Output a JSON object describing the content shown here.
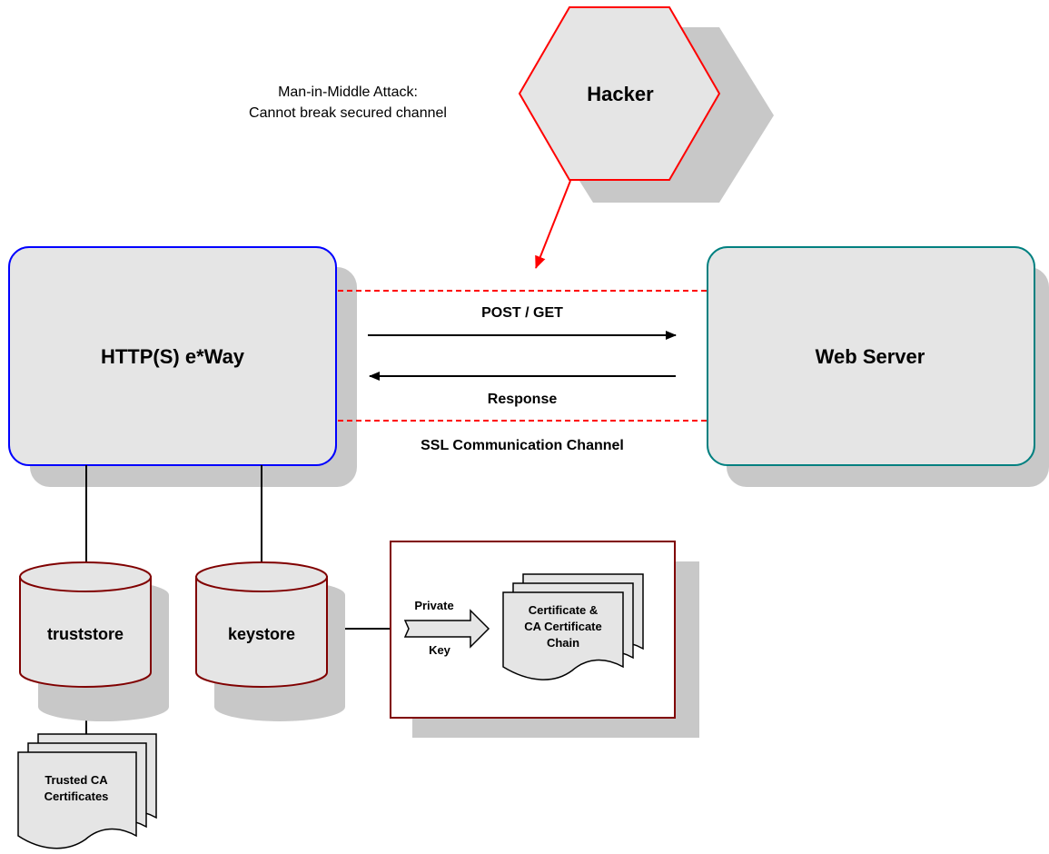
{
  "hacker": {
    "label": "Hacker"
  },
  "attack_note": {
    "line1": "Man-in-Middle Attack:",
    "line2": "Cannot break secured channel"
  },
  "eway": {
    "label": "HTTP(S) e*Way"
  },
  "web_server": {
    "label": "Web Server"
  },
  "channel": {
    "request_label": "POST / GET",
    "response_label": "Response",
    "caption": "SSL Communication Channel"
  },
  "truststore": {
    "label": "truststore"
  },
  "keystore": {
    "label": "keystore"
  },
  "private_key": {
    "line1": "Private",
    "line2": "Key"
  },
  "cert_chain": {
    "line1": "Certificate &",
    "line2": "CA Certificate",
    "line3": "Chain"
  },
  "trusted_ca": {
    "line1": "Trusted CA",
    "line2": "Certificates"
  },
  "colors": {
    "node_fill": "#e5e5e5",
    "shadow": "#c8c8c8",
    "hacker_stroke": "#ff0000",
    "eway_stroke": "#0000ff",
    "server_stroke": "#008080",
    "store_stroke": "#800000",
    "channel_dash": "#ff0000"
  }
}
